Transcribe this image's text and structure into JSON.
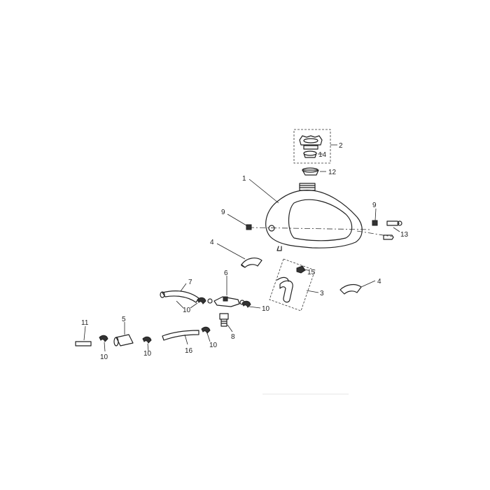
{
  "diagram": {
    "callouts": {
      "c1": "1",
      "c2": "2",
      "c3": "3",
      "c4a": "4",
      "c4b": "4",
      "c5": "5",
      "c6": "6",
      "c7": "7",
      "c8": "8",
      "c9a": "9",
      "c9b": "9",
      "c10a": "10",
      "c10b": "10",
      "c10c": "10",
      "c10d": "10",
      "c10e": "10",
      "c11": "11",
      "c12": "12",
      "c13": "13",
      "c14": "14",
      "c15": "15",
      "c16": "16"
    }
  }
}
